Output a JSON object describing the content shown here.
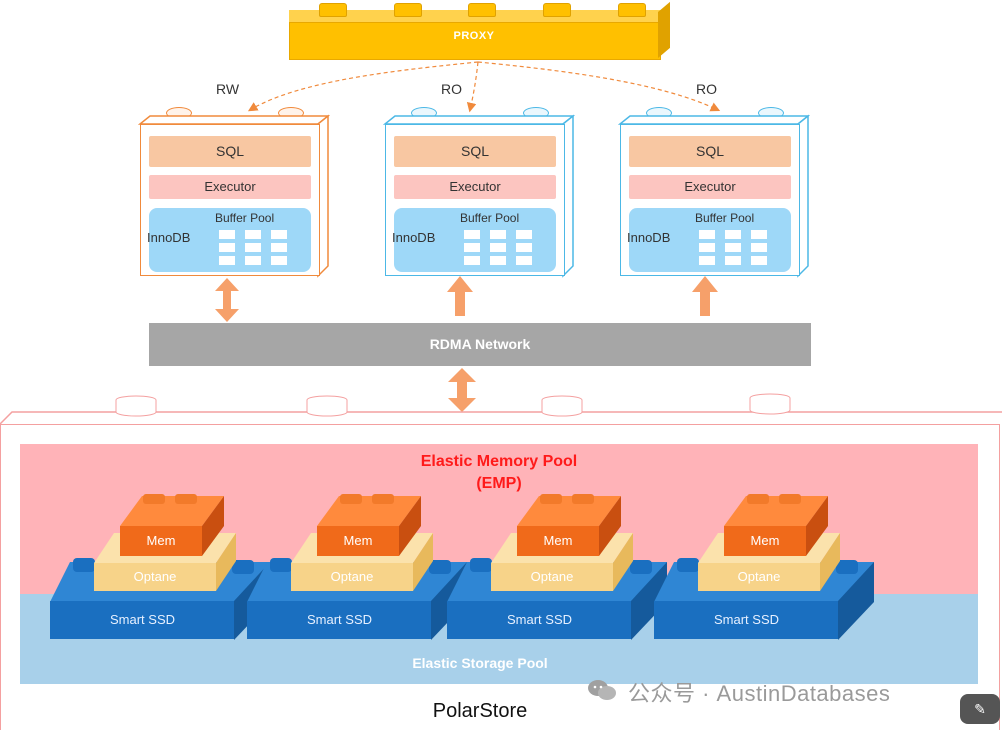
{
  "proxy": {
    "label": "PROXY"
  },
  "nodes": [
    {
      "role": "RW",
      "sql": "SQL",
      "executor": "Executor",
      "innodb": "InnoDB",
      "buffer_pool": "Buffer Pool"
    },
    {
      "role": "RO",
      "sql": "SQL",
      "executor": "Executor",
      "innodb": "InnoDB",
      "buffer_pool": "Buffer Pool"
    },
    {
      "role": "RO",
      "sql": "SQL",
      "executor": "Executor",
      "innodb": "InnoDB",
      "buffer_pool": "Buffer Pool"
    }
  ],
  "network": {
    "label": "RDMA  Network"
  },
  "storage": {
    "emp_title_line1": "Elastic Memory Pool",
    "emp_title_line2": "(EMP)",
    "esp_title": "Elastic Storage Pool",
    "name": "PolarStore",
    "units": [
      {
        "mem": "Mem",
        "optane": "Optane",
        "ssd": "Smart SSD"
      },
      {
        "mem": "Mem",
        "optane": "Optane",
        "ssd": "Smart SSD"
      },
      {
        "mem": "Mem",
        "optane": "Optane",
        "ssd": "Smart SSD"
      },
      {
        "mem": "Mem",
        "optane": "Optane",
        "ssd": "Smart SSD"
      }
    ]
  },
  "watermark": {
    "text": "公众号 · AustinDatabases"
  },
  "colors": {
    "proxy": "#ffc000",
    "rw_border": "#f08a3c",
    "ro_border": "#4cb8e6",
    "sql": "#f8c7a2",
    "executor": "#fcc5c0",
    "innodb": "#9ed8f8",
    "network": "#a6a6a6",
    "emp": "#ffb3b8",
    "esp": "#a8d0ea",
    "emp_title": "#ff1a1a",
    "mem": "#f06a1a",
    "optane": "#f7d389",
    "ssd": "#1a6fc0"
  }
}
